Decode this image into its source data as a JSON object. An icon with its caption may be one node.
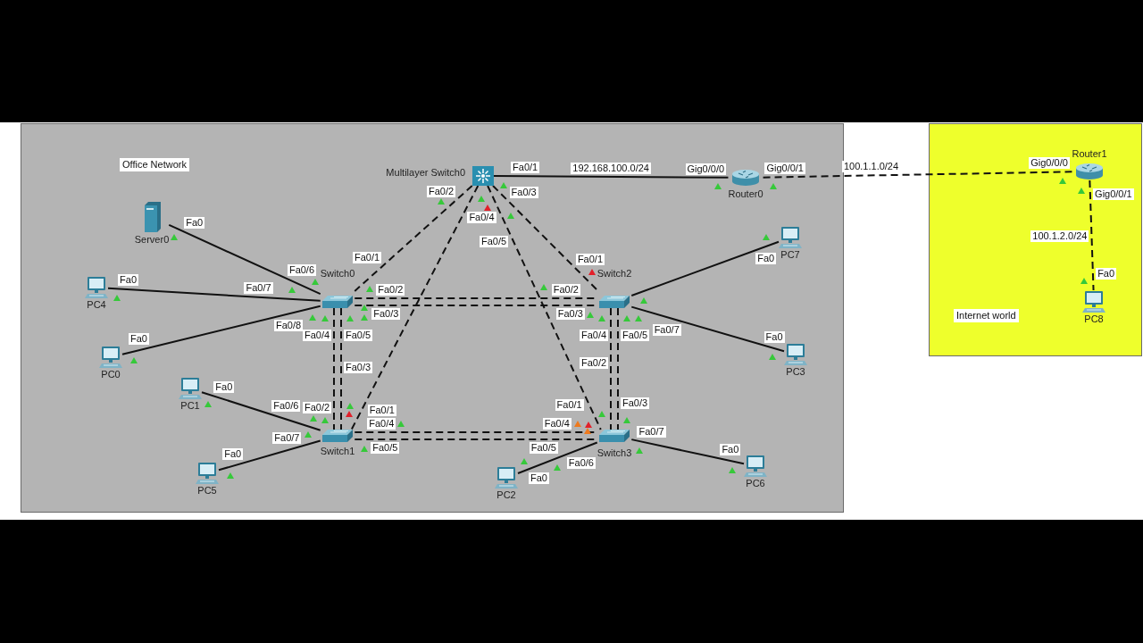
{
  "diagram": {
    "nodes": [
      {
        "text": [
          "Office Network"
        ]
      },
      {
        "text": [
          "Multilayer Switch0"
        ],
        "in": 0
      },
      {
        "text": [
          "Router0"
        ],
        "in": 0
      },
      {
        "text": [
          "Server0"
        ],
        "in": 0
      },
      {
        "text": [
          "PC7"
        ],
        "in": 0
      },
      {
        "text": [
          "PC4"
        ],
        "in": 0
      },
      {
        "text": [
          "Switch0"
        ],
        "in": 0
      },
      {
        "text": [
          "Switch2"
        ],
        "in": 0
      },
      {
        "text": [
          "PC0"
        ],
        "in": 0
      },
      {
        "text": [
          "PC3"
        ],
        "in": 0
      },
      {
        "text": [
          "PC1"
        ],
        "in": 0
      },
      {
        "text": [
          "Switch1"
        ],
        "in": 0
      },
      {
        "text": [
          "Switch3"
        ],
        "in": 0
      },
      {
        "text": [
          "PC6"
        ],
        "in": 0
      },
      {
        "text": [
          "PC5"
        ],
        "in": 0
      },
      {
        "text": [
          "PC2"
        ],
        "in": 0
      },
      {
        "text": [
          "Internet world"
        ]
      },
      {
        "text": [
          "Router1"
        ],
        "in": 16
      },
      {
        "text": [
          "PC8"
        ],
        "in": 16
      }
    ],
    "edges": [
      {
        "from": 1,
        "to": 2,
        "arrow": "none",
        "label": "192.168.100.0/24"
      },
      {
        "from": 2,
        "to": 17,
        "arrow": "none",
        "label": "100.1.1.0/24",
        "style": "dashed"
      },
      {
        "from": 17,
        "to": 18,
        "arrow": "none",
        "label": "100.1.2.0/24",
        "style": "dashed"
      },
      {
        "from": 1,
        "to": 6,
        "arrow": "none",
        "style": "dashed"
      },
      {
        "from": 1,
        "to": 11,
        "arrow": "none",
        "style": "dashed"
      },
      {
        "from": 1,
        "to": 7,
        "arrow": "none",
        "style": "dashed"
      },
      {
        "from": 1,
        "to": 12,
        "arrow": "none",
        "style": "dashed"
      },
      {
        "from": 3,
        "to": 6,
        "arrow": "none"
      },
      {
        "from": 5,
        "to": 6,
        "arrow": "none"
      },
      {
        "from": 8,
        "to": 6,
        "arrow": "none"
      },
      {
        "from": 6,
        "to": 7,
        "arrow": "none",
        "style": "dashed"
      },
      {
        "from": 6,
        "to": 7,
        "arrow": "none",
        "style": "dashed"
      },
      {
        "from": 6,
        "to": 11,
        "arrow": "none",
        "style": "dashed"
      },
      {
        "from": 6,
        "to": 11,
        "arrow": "none",
        "style": "dashed"
      },
      {
        "from": 7,
        "to": 4,
        "arrow": "none"
      },
      {
        "from": 7,
        "to": 9,
        "arrow": "none"
      },
      {
        "from": 7,
        "to": 12,
        "arrow": "none",
        "style": "dashed"
      },
      {
        "from": 7,
        "to": 12,
        "arrow": "none",
        "style": "dashed"
      },
      {
        "from": 10,
        "to": 11,
        "arrow": "none"
      },
      {
        "from": 14,
        "to": 11,
        "arrow": "none"
      },
      {
        "from": 11,
        "to": 12,
        "arrow": "none",
        "style": "dashed"
      },
      {
        "from": 11,
        "to": 12,
        "arrow": "none",
        "style": "dashed"
      },
      {
        "from": 15,
        "to": 12,
        "arrow": "none"
      },
      {
        "from": 12,
        "to": 13,
        "arrow": "none"
      }
    ],
    "labels": [
      "Fa0/1",
      "Gig0/0/0",
      "Gig0/0/1",
      "Gig0/0/0",
      "Fa0/2",
      "Fa0/3",
      "Gig0/0/1",
      "Fa0",
      "Fa0/4",
      "Fa0/5",
      "Fa0/1",
      "Fa0/1",
      "Fa0",
      "Fa0",
      "Fa0/6",
      "Fa0",
      "Fa0/7",
      "Fa0/2",
      "Fa0/2",
      "Fa0/3",
      "Fa0/3",
      "Fa0",
      "Fa0/8",
      "Fa0/4",
      "Fa0/5",
      "Fa0/4",
      "Fa0/5",
      "Fa0/7",
      "Fa0",
      "Fa0/3",
      "Fa0/2",
      "Fa0",
      "Fa0/6",
      "Fa0/2",
      "Fa0/1",
      "Fa0/1",
      "Fa0/3",
      "Fa0/4",
      "Fa0/4",
      "Fa0/7",
      "Fa0/7",
      "Fa0",
      "Fa0/5",
      "Fa0/5",
      "Fa0",
      "Fa0/6",
      "Fa0"
    ]
  }
}
